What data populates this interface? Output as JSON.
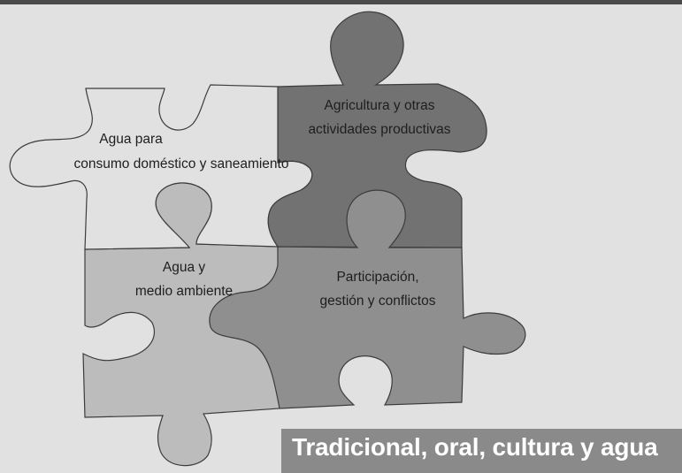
{
  "pieces": {
    "water_consumption": {
      "line1": "Agua para",
      "line2": "consumo doméstico y saneamiento",
      "color": "#e1e1e2"
    },
    "agriculture": {
      "line1": "Agricultura y otras",
      "line2": "actividades productivas",
      "color": "#727272"
    },
    "environment": {
      "line1": "Agua y",
      "line2": "medio ambiente",
      "color": "#bcbcbc"
    },
    "participation": {
      "line1": "Participación,",
      "line2": "gestión y conflictos",
      "color": "#8f8f8f"
    }
  },
  "banner": {
    "title": "Tradicional, oral, cultura y agua",
    "color": "#8a8a8a"
  },
  "colors": {
    "background": "#e1e1e2",
    "outline": "#3c3c3c",
    "top_bar": "#4a4a4a"
  }
}
